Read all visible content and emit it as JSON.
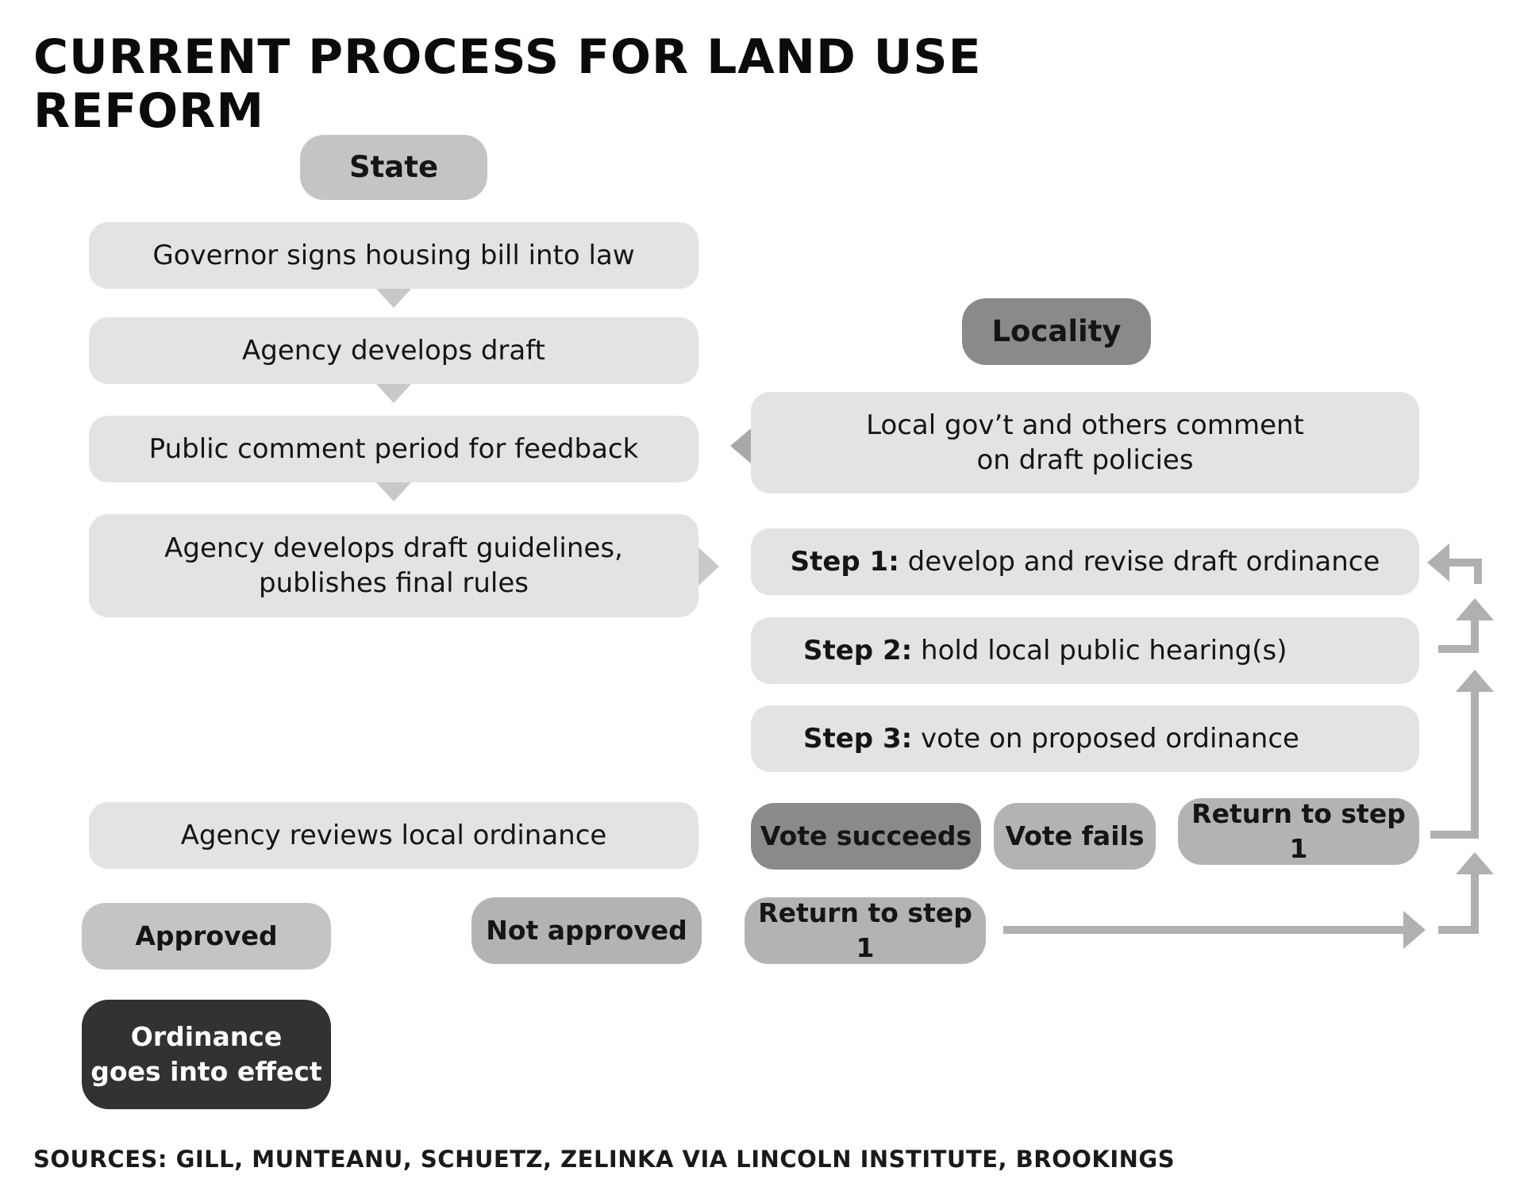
{
  "title": "CURRENT PROCESS FOR LAND USE REFORM",
  "sources": "SOURCES: GILL, MUNTEANU, SCHUETZ, ZELINKA VIA LINCOLN INSTITUTE, BROOKINGS",
  "state": {
    "header": "State",
    "steps": [
      "Governor signs housing bill into law",
      "Agency develops draft",
      "Public comment period for feedback"
    ],
    "guidelines": {
      "line1": "Agency develops draft guidelines,",
      "line2": "publishes final rules"
    },
    "review": "Agency reviews local ordinance",
    "approved": "Approved",
    "not_approved": "Not approved",
    "effect": {
      "line1": "Ordinance",
      "line2": "goes into effect"
    },
    "return_to_step": "Return to step 1"
  },
  "locality": {
    "header": "Locality",
    "comment": {
      "line1": "Local gov’t and others comment",
      "line2": "on draft policies"
    },
    "step1": {
      "label": "Step 1:",
      "text": "develop and revise draft ordinance"
    },
    "step2": {
      "label": "Step 2:",
      "text": "hold local public hearing(s)"
    },
    "step3": {
      "label": "Step 3:",
      "text": "vote on proposed ordinance"
    },
    "vote_succeeds": "Vote succeeds",
    "vote_fails": "Vote fails",
    "return_to_step": "Return to step 1"
  },
  "colors": {
    "step_fill": "#e3e3e3",
    "light_gray": "#c4c4c4",
    "mid_gray": "#b3b3b3",
    "dark_gray": "#8a8a8a",
    "black_box": "#323232",
    "arrow": "#b0b0b0",
    "connector": "#c8c8c8"
  }
}
